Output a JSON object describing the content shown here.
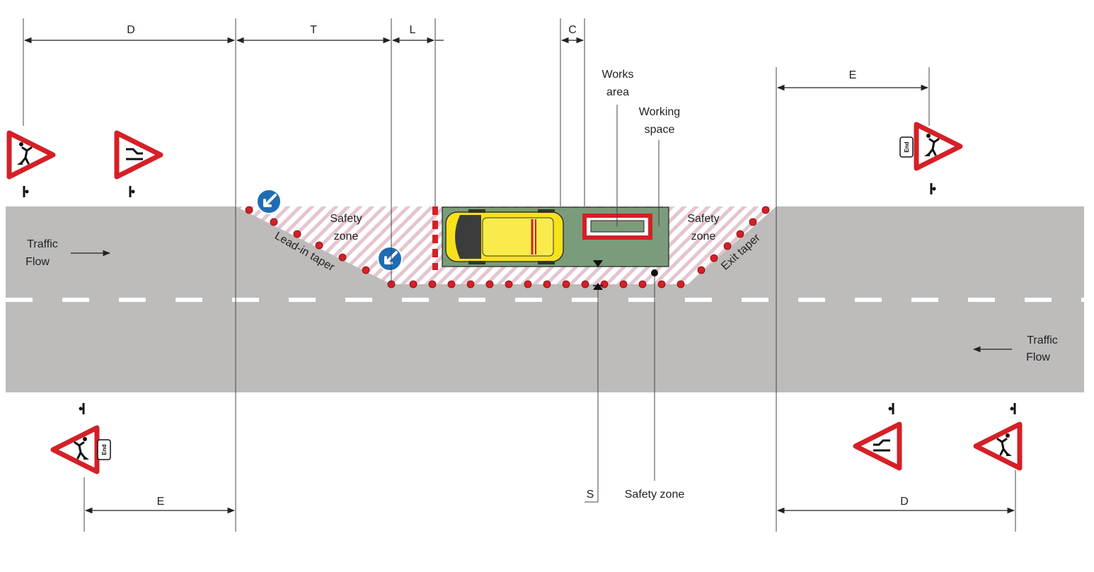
{
  "colors": {
    "road": "#bdbcbb",
    "lane_marking": "#ffffff",
    "cone": "#d42027",
    "sign_border": "#d42027",
    "keep_left_blue": "#1e6db3",
    "working_space": "#7b9c7a",
    "works_area": "#d42027",
    "vehicle": "#f7e21a",
    "hatch": "#e4c6cf"
  },
  "dimensions": {
    "top_D": "D",
    "top_T": "T",
    "top_L": "L",
    "top_C": "C",
    "top_E": "E",
    "bottom_E": "E",
    "bottom_D": "D",
    "S": "S"
  },
  "labels": {
    "works_area_1": "Works",
    "works_area_2": "area",
    "working_space_1": "Working",
    "working_space_2": "space",
    "safety_zone_lead_1": "Safety",
    "safety_zone_lead_2": "zone",
    "safety_zone_exit_1": "Safety",
    "safety_zone_exit_2": "zone",
    "lead_in_taper": "Lead-in taper",
    "exit_taper": "Exit taper",
    "traffic_flow_left_1": "Traffic",
    "traffic_flow_left_2": "Flow",
    "traffic_flow_right_1": "Traffic",
    "traffic_flow_right_2": "Flow",
    "safety_zone_bottom": "Safety zone",
    "end_plate": "End"
  },
  "signs": {
    "top_left_1": "roadworks-sign",
    "top_left_2": "road-narrows-sign",
    "top_right": "roadworks-sign",
    "bottom_left": "roadworks-sign",
    "bottom_right_1": "road-narrows-sign",
    "bottom_right_2": "roadworks-sign",
    "keep_left": "keep-left-arrow-icon"
  }
}
